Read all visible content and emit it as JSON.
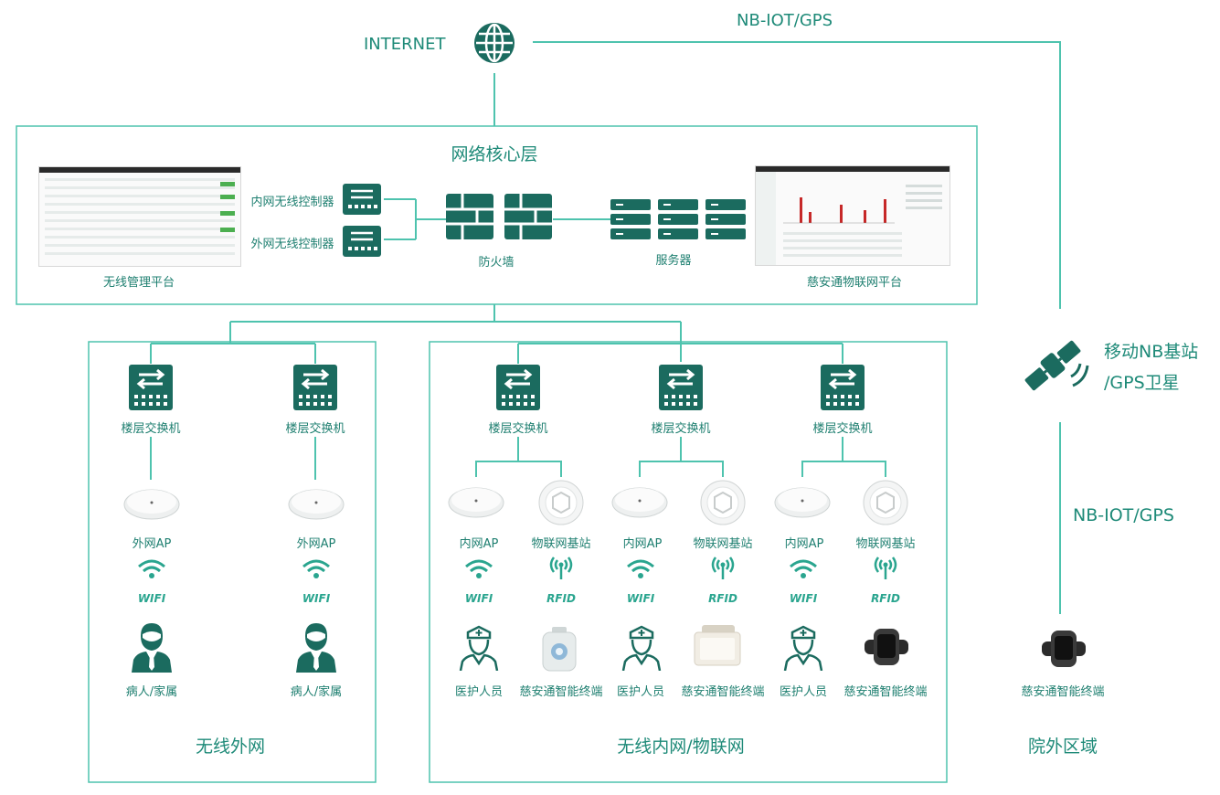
{
  "top": {
    "internet": "INTERNET",
    "nbiot_top": "NB-IOT/GPS"
  },
  "core": {
    "title": "网络核心层",
    "controller_inner": "内网无线控制器",
    "controller_outer": "外网无线控制器",
    "firewall": "防火墙",
    "server": "服务器",
    "wireless_platform": "无线管理平台",
    "iot_platform": "慈安通物联网平台"
  },
  "outer": {
    "title": "无线外网",
    "switch": "楼层交换机",
    "ap": "外网AP",
    "wifi": "WIFI",
    "person": "病人/家属"
  },
  "inner": {
    "title": "无线内网/物联网",
    "switch": "楼层交换机",
    "ap": "内网AP",
    "iot_station": "物联网基站",
    "wifi": "WIFI",
    "rfid": "RFID",
    "staff": "医护人员",
    "terminal": "慈安通智能终端"
  },
  "outside": {
    "satellite_line1": "移动NB基站",
    "satellite_line2": "/GPS卫星",
    "nbiot": "NB-IOT/GPS",
    "terminal": "慈安通智能终端",
    "title": "院外区域"
  },
  "colors": {
    "accent": "#1f8a78",
    "line": "#4ec3ae",
    "dark": "#1b6b5f"
  }
}
